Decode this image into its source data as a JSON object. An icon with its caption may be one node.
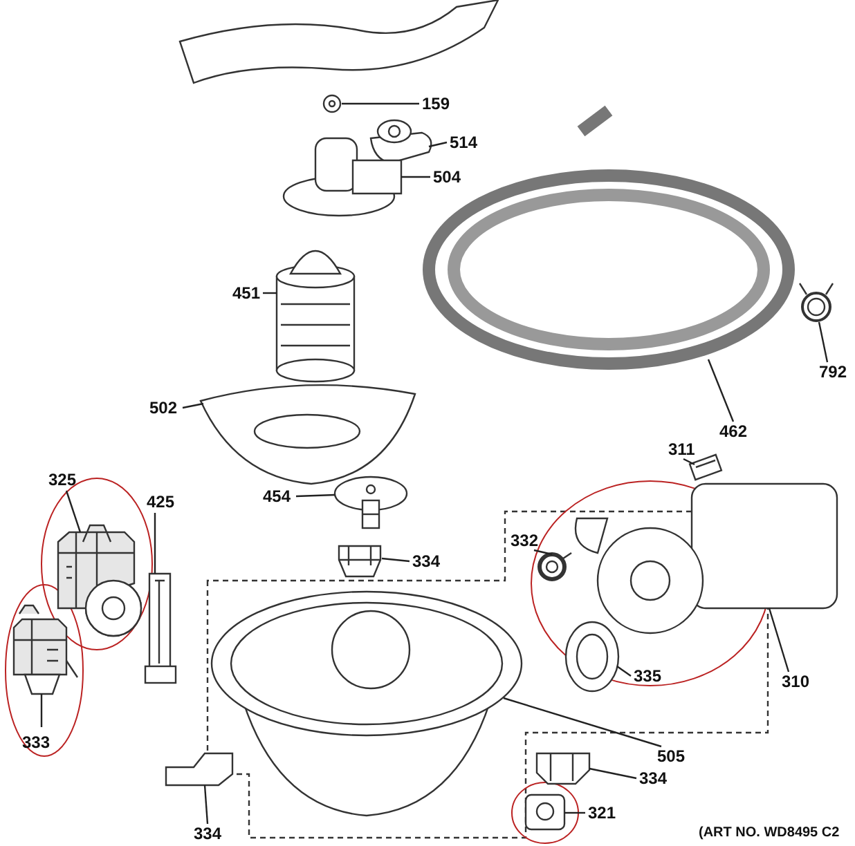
{
  "diagram": {
    "nodes": [
      {
        "text": [
          "159"
        ]
      },
      {
        "text": [],
        "shape": "picture"
      },
      {
        "text": [
          "514"
        ]
      },
      {
        "text": [],
        "shape": "picture"
      },
      {
        "text": [
          "504"
        ]
      },
      {
        "text": [],
        "shape": "picture"
      },
      {
        "text": [
          "451"
        ]
      },
      {
        "text": [],
        "shape": "picture"
      },
      {
        "text": [
          "502"
        ]
      },
      {
        "text": [],
        "shape": "picture"
      },
      {
        "text": [
          "462"
        ]
      },
      {
        "text": [],
        "shape": "picture"
      },
      {
        "text": [
          "792"
        ]
      },
      {
        "text": [],
        "shape": "picture"
      },
      {
        "text": [
          "454"
        ]
      },
      {
        "text": [],
        "shape": "picture"
      },
      {
        "text": [
          "334"
        ]
      },
      {
        "text": [],
        "shape": "picture"
      },
      {
        "text": [
          "311"
        ]
      },
      {
        "text": [],
        "shape": "picture"
      },
      {
        "text": [
          "325"
        ]
      },
      {
        "text": [],
        "shape": "picture"
      },
      {
        "text": [
          "425"
        ]
      },
      {
        "text": [],
        "shape": "picture"
      },
      {
        "text": [
          "332"
        ]
      },
      {
        "text": [],
        "shape": "picture"
      },
      {
        "text": [
          "310"
        ]
      },
      {
        "text": [],
        "shape": "picture"
      },
      {
        "text": [
          "335"
        ]
      },
      {
        "text": [],
        "shape": "picture"
      },
      {
        "text": [
          "505"
        ]
      },
      {
        "text": [],
        "shape": "picture"
      },
      {
        "text": [
          "333"
        ]
      },
      {
        "text": [],
        "shape": "picture"
      },
      {
        "text": [
          "334"
        ]
      },
      {
        "text": [],
        "shape": "picture"
      },
      {
        "text": [
          "334"
        ]
      },
      {
        "text": [],
        "shape": "picture"
      },
      {
        "text": [
          "321"
        ]
      },
      {
        "text": [],
        "shape": "picture"
      }
    ],
    "edges": [
      {
        "from": 0,
        "to": 1,
        "arrow": "none"
      },
      {
        "from": 2,
        "to": 3,
        "arrow": "none"
      },
      {
        "from": 4,
        "to": 5,
        "arrow": "none"
      },
      {
        "from": 6,
        "to": 7,
        "arrow": "none"
      },
      {
        "from": 8,
        "to": 9,
        "arrow": "none"
      },
      {
        "from": 10,
        "to": 11,
        "arrow": "none"
      },
      {
        "from": 12,
        "to": 13,
        "arrow": "none"
      },
      {
        "from": 14,
        "to": 15,
        "arrow": "none"
      },
      {
        "from": 16,
        "to": 17,
        "arrow": "none"
      },
      {
        "from": 18,
        "to": 19,
        "arrow": "none"
      },
      {
        "from": 20,
        "to": 21,
        "arrow": "none"
      },
      {
        "from": 22,
        "to": 23,
        "arrow": "none"
      },
      {
        "from": 24,
        "to": 25,
        "arrow": "none"
      },
      {
        "from": 26,
        "to": 27,
        "arrow": "none"
      },
      {
        "from": 28,
        "to": 29,
        "arrow": "none"
      },
      {
        "from": 30,
        "to": 31,
        "arrow": "none"
      },
      {
        "from": 32,
        "to": 33,
        "arrow": "none"
      },
      {
        "from": 34,
        "to": 35,
        "arrow": "none"
      },
      {
        "from": 36,
        "to": 37,
        "arrow": "none"
      },
      {
        "from": 38,
        "to": 39,
        "arrow": "none"
      }
    ],
    "labels": [
      "(ART NO. WD8495 C2"
    ]
  }
}
